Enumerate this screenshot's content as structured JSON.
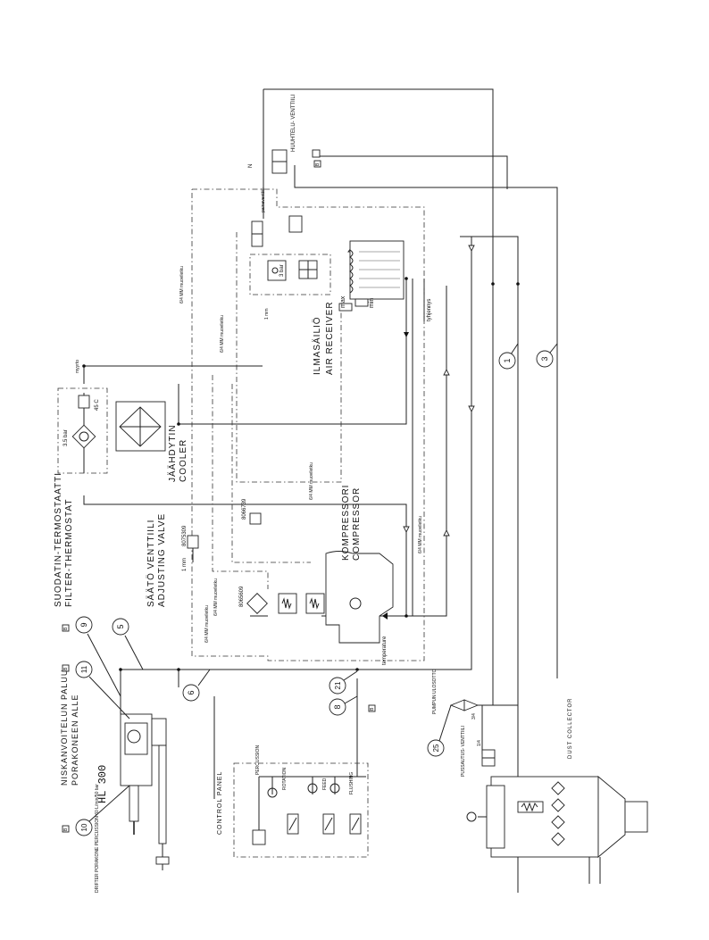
{
  "labels": {
    "filter_thermostat_fi": "SUODATIN-TERMOSTAATTI",
    "filter_thermostat_en": "FILTER-THERMOSTAT",
    "adjusting_valve_fi": "SÄÄTÖ VENTTIILI",
    "adjusting_valve_en": "ADJUSTING VALVE",
    "cooler_fi": "JÄÄHDYTIN",
    "cooler_en": "COOLER",
    "air_receiver_fi": "ILMASÄILIÖ",
    "air_receiver_en": "AIR RECEIVER",
    "compressor_fi": "KOMPRESSORI",
    "compressor_en": "COMPRESSOR",
    "lubrication_fi": "NISKANVOITELUN PALUU",
    "lubrication_fi2": "PORAKONEEN ALLE",
    "drifter_model": "HL 300",
    "drifter_caption": "DRIFTER\nPORAKONE\nPERCUSSION\n60 L/min/50 bar",
    "control_panel": "CONTROL PANEL",
    "dust_collector": "DUST COLLECTOR",
    "blow_valve_fi": "PUSSAUTUS-\nVENTTIILI",
    "blow_valve_size": "1/4",
    "flush_valve_fi": "PUMPUN\nULOSOTTO",
    "flush_valve_size": "3/4",
    "unload_valve_fi": "HUUHTELU-\nVENTTIILI",
    "pressure_valve": "paineventtiili",
    "hose_1": "6/4 MM muoviletku",
    "hose_2": "6/4 MM muoviletku",
    "hose_3": "6/4 MM muoviletku",
    "hose_4": "6/4 MM muoviletku",
    "hose_5": "6/4 MM muoviletku",
    "hose_6": "6/4 MM muoviletku",
    "orifice_1": "1 mm",
    "orifice_2": "1 mm",
    "part_1": "8066739",
    "part_2": "8065609",
    "part_3": "8075309",
    "temp_setting": "45 C",
    "bar_setting": "3 bar",
    "bar_setting_2": "3.5 bar",
    "min_label": "min",
    "max_label": "max",
    "tyhjennys": "tyhjennys",
    "temperature": "temperature",
    "dry_out": "myyrto",
    "panel_percussion": "PERCUSSION",
    "panel_rotation": "ROTATION",
    "panel_feed": "FEED",
    "panel_flushing": "FLUSHING",
    "tag_1": "1",
    "tag_3": "3",
    "tag_5": "5",
    "tag_6": "6",
    "tag_8": "8",
    "tag_9": "9",
    "tag_10": "10",
    "tag_11": "11",
    "tag_21": "21",
    "tag_25": "25",
    "letter_b1": "B",
    "letter_b2": "B",
    "letter_b3": "B",
    "letter_b4": "B",
    "letter_b5": "B",
    "letter_n": "N"
  }
}
